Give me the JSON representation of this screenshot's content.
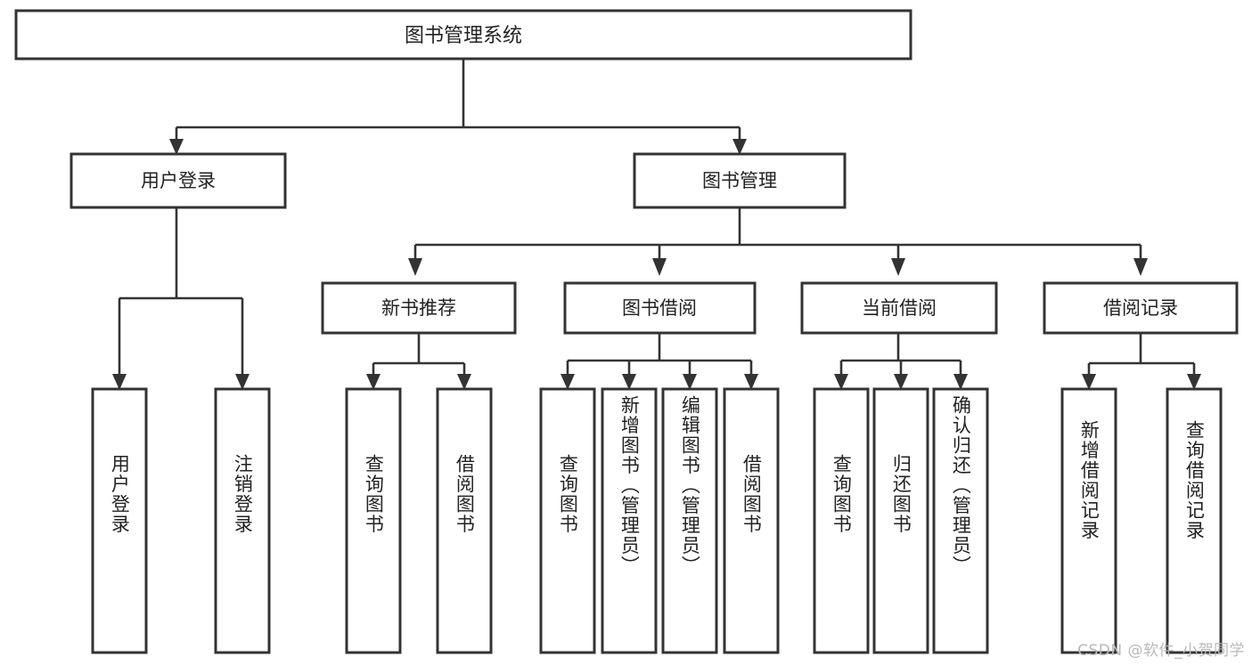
{
  "diagram": {
    "type": "tree-hierarchy",
    "title": "图书管理系统",
    "watermark": "CSDN @软件_小贺同学",
    "colors": {
      "box_stroke": "#333333",
      "box_fill": "#ffffff",
      "connector": "#333333",
      "text": "#222222",
      "watermark": "#b8b8b8",
      "background": "#ffffff"
    },
    "levels": [
      {
        "level": 1,
        "orientation": "horizontal"
      },
      {
        "level": 2,
        "orientation": "horizontal"
      },
      {
        "level": 3,
        "orientation": "horizontal"
      },
      {
        "level": 4,
        "orientation": "vertical"
      }
    ],
    "root": {
      "label": "图书管理系统",
      "children": [
        {
          "label": "用户登录",
          "children": [
            {
              "label": "用户登录"
            },
            {
              "label": "注销登录"
            }
          ]
        },
        {
          "label": "图书管理",
          "children": [
            {
              "label": "新书推荐",
              "children": [
                {
                  "label": "查询图书"
                },
                {
                  "label": "借阅图书"
                }
              ]
            },
            {
              "label": "图书借阅",
              "children": [
                {
                  "label": "查询图书"
                },
                {
                  "label": "新增图书（管理员）"
                },
                {
                  "label": "编辑图书（管理员）"
                },
                {
                  "label": "借阅图书"
                }
              ]
            },
            {
              "label": "当前借阅",
              "children": [
                {
                  "label": "查询图书"
                },
                {
                  "label": "归还图书"
                },
                {
                  "label": "确认归还（管理员）"
                }
              ]
            },
            {
              "label": "借阅记录",
              "children": [
                {
                  "label": "新增借阅记录"
                },
                {
                  "label": "查询借阅记录"
                }
              ]
            }
          ]
        }
      ]
    },
    "nodes": {
      "root": {
        "label": "图书管理系统"
      },
      "l2_user_login": {
        "label": "用户登录"
      },
      "l2_book_mgmt": {
        "label": "图书管理"
      },
      "l3_new_book": {
        "label": "新书推荐"
      },
      "l3_borrow": {
        "label": "图书借阅"
      },
      "l3_current": {
        "label": "当前借阅"
      },
      "l3_record": {
        "label": "借阅记录"
      },
      "leaf_user_login": {
        "label": "用户登录"
      },
      "leaf_logout": {
        "label": "注销登录"
      },
      "leaf_nb_query": {
        "label": "查询图书"
      },
      "leaf_nb_borrow": {
        "label": "借阅图书"
      },
      "leaf_bo_query": {
        "label": "查询图书"
      },
      "leaf_bo_add": {
        "label": "新增图书（管理员）"
      },
      "leaf_bo_edit": {
        "label": "编辑图书（管理员）"
      },
      "leaf_bo_borrow": {
        "label": "借阅图书"
      },
      "leaf_cu_query": {
        "label": "查询图书"
      },
      "leaf_cu_return": {
        "label": "归还图书"
      },
      "leaf_cu_confirm": {
        "label": "确认归还（管理员）"
      },
      "leaf_rec_add": {
        "label": "新增借阅记录"
      },
      "leaf_rec_query": {
        "label": "查询借阅记录"
      }
    }
  }
}
